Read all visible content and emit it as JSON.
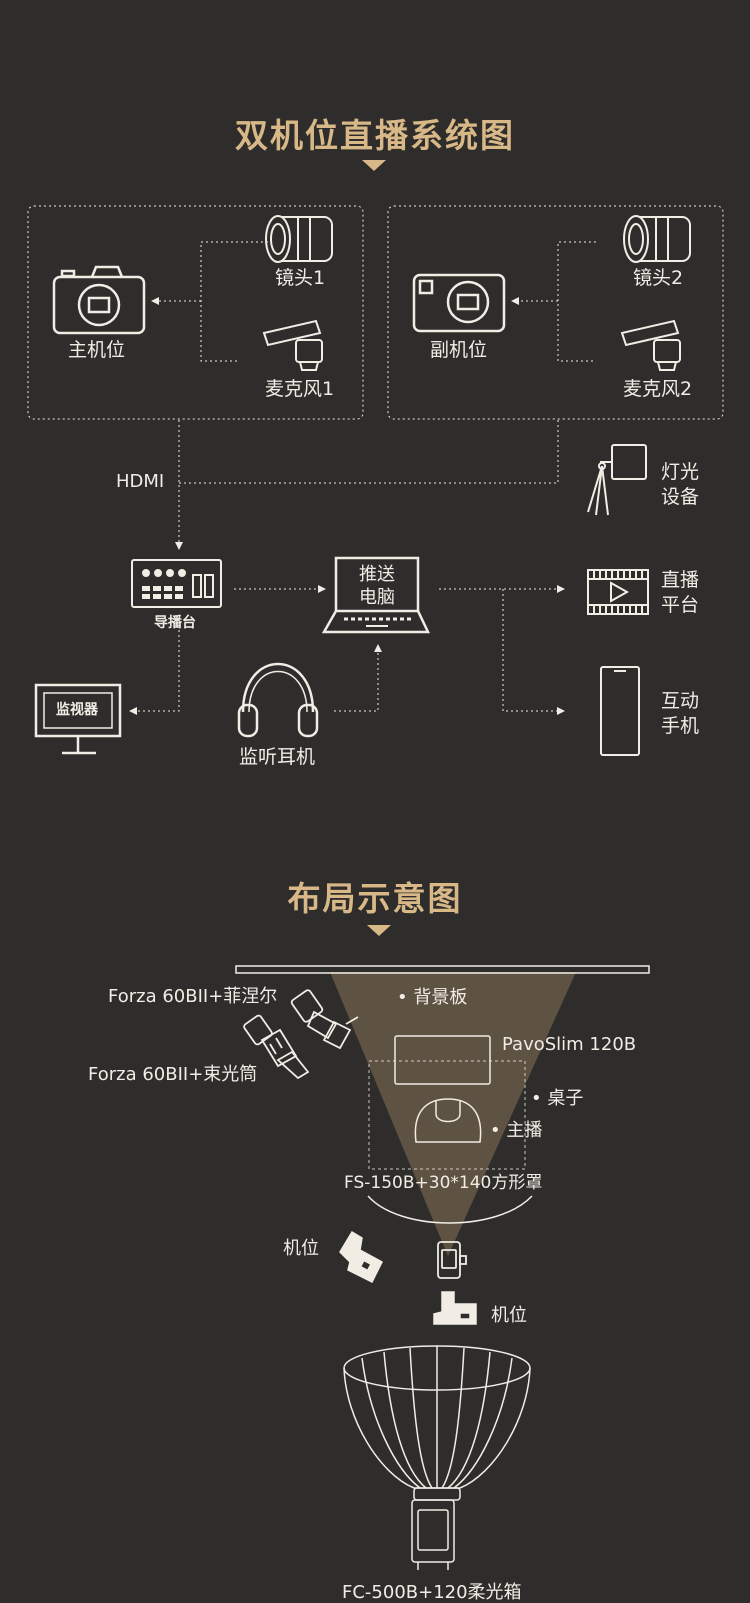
{
  "colors": {
    "background": "#2e2d2c",
    "title": "#d8b887",
    "line": "#f1ece4",
    "beam": "#5e5243"
  },
  "section1": {
    "title": "双机位直播系统图",
    "main_camera": "主机位",
    "second_camera": "副机位",
    "lens1": "镜头1",
    "mic1": "麦克风1",
    "lens2": "镜头2",
    "mic2": "麦克风2",
    "hdmi": "HDMI",
    "light_line1": "灯光",
    "light_line2": "设备",
    "switcher": "导播台",
    "pc_line1": "推送",
    "pc_line2": "电脑",
    "live_line1": "直播",
    "live_line2": "平台",
    "phone_line1": "互动",
    "phone_line2": "手机",
    "monitor": "监视器",
    "headphones": "监听耳机"
  },
  "section2": {
    "title": "布局示意图",
    "light_fresnel": "Forza 60BII+菲涅尔",
    "light_snoot": "Forza 60BII+束光筒",
    "backdrop": "• 背景板",
    "panel": "PavoSlim 120B",
    "table": "• 桌子",
    "host": "• 主播",
    "softbox_square": "FS-150B+30*140方形罩",
    "camera_left": "机位",
    "camera_right": "机位",
    "softbox_dome": "FC-500B+120柔光箱"
  }
}
